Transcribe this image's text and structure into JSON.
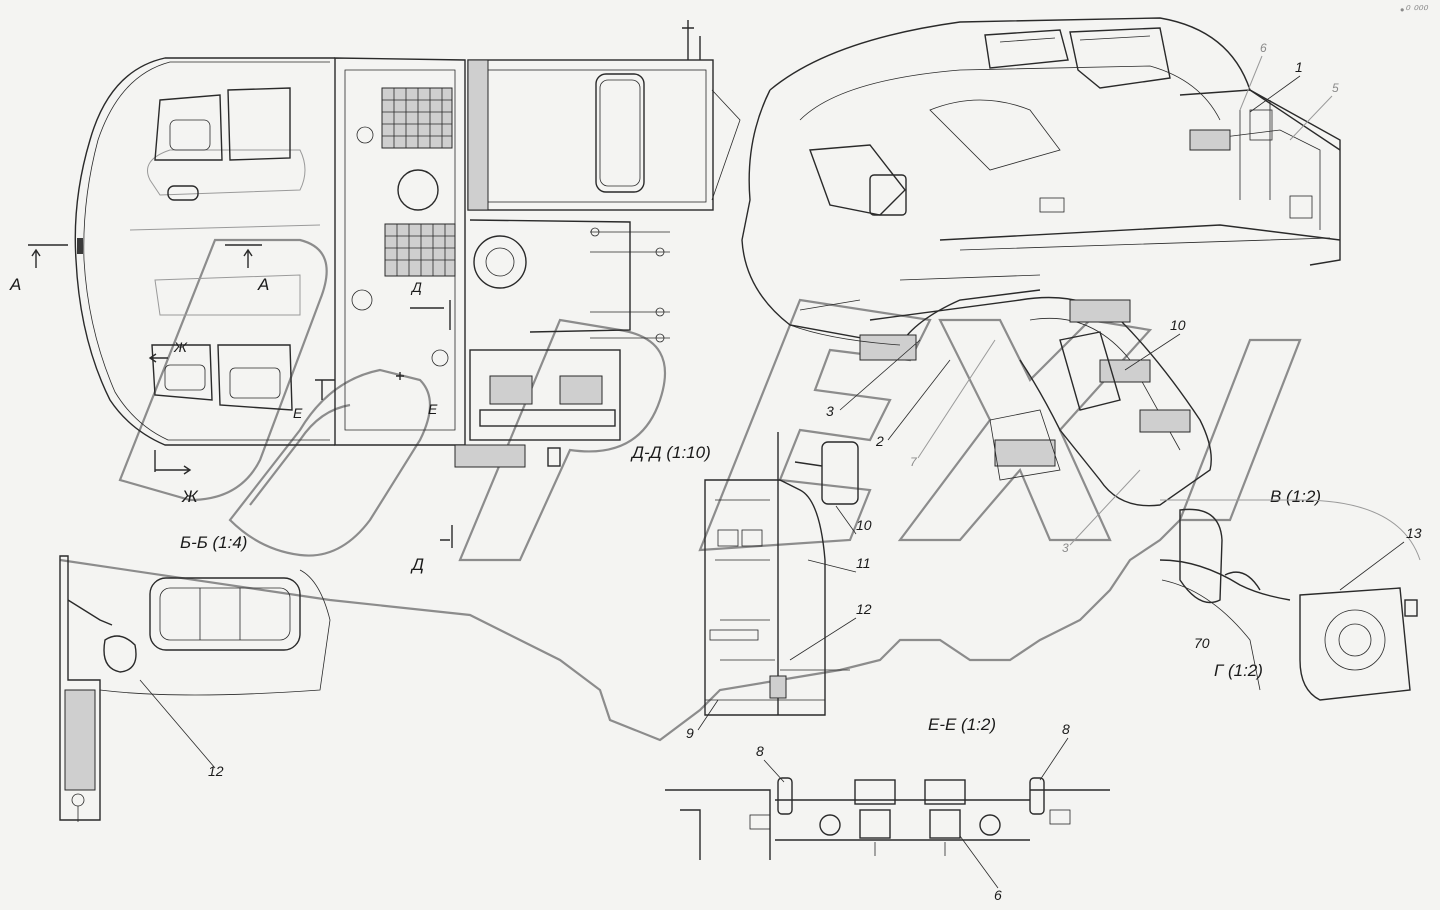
{
  "views": {
    "section_a_left": "A",
    "section_a_right": "A",
    "section_zh_top": "Ж",
    "section_zh_bottom": "Ж",
    "section_d_top": "Д",
    "section_d_bottom": "Д",
    "section_e_left": "Е",
    "section_e_right": "Е",
    "view_dd": "Д-Д (1:10)",
    "view_bb": "Б-Б (1:4)",
    "view_ee": "Е-Е (1:2)",
    "view_v": "В (1:2)",
    "view_g": "Г (1:2)"
  },
  "callouts": {
    "c1": "1",
    "c2": "2",
    "c3a": "3",
    "c3b": "3",
    "c5": "5",
    "c6a": "6",
    "c6b": "6",
    "c7": "7",
    "c8a": "8",
    "c8b": "8",
    "c9": "9",
    "c10a": "10",
    "c10b": "10",
    "c11": "11",
    "c12a": "12",
    "c12b": "12",
    "c13": "13",
    "c70": "70"
  },
  "corner_mark": "•⁰ ⁰⁰⁰"
}
